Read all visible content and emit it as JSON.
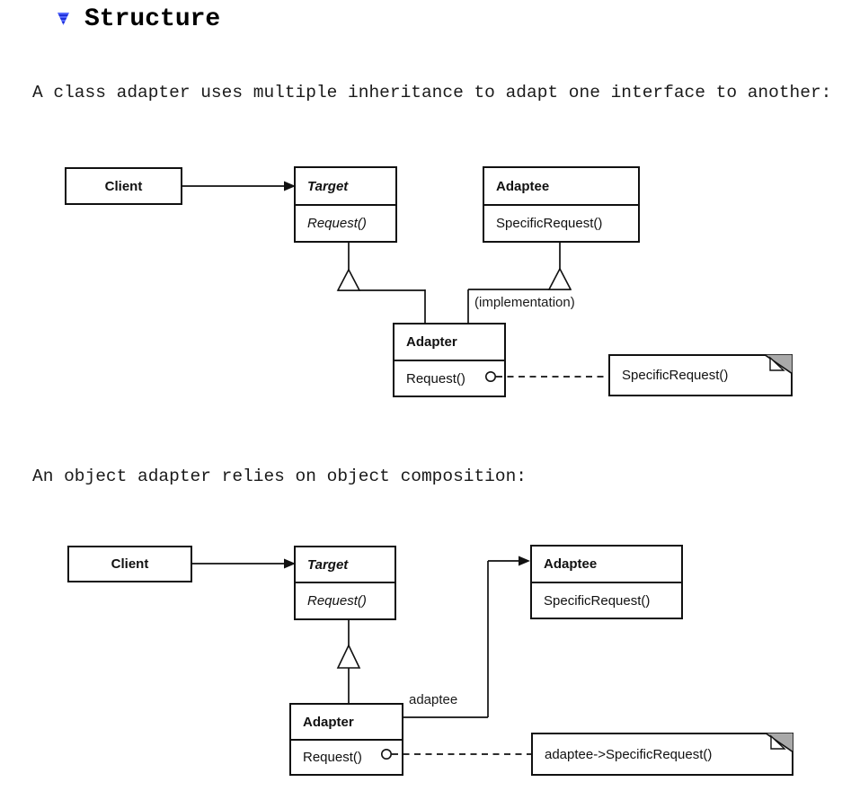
{
  "header": {
    "collapse_icon": "blue-disclosure-triangle",
    "title": "Structure"
  },
  "intro": {
    "class_adapter_text": "A class adapter uses multiple inheritance to adapt one interface to another:",
    "object_adapter_text": "An object adapter relies on object composition:"
  },
  "class_diagram": {
    "client": {
      "title": "Client"
    },
    "target": {
      "title": "Target",
      "operation": "Request()"
    },
    "adaptee": {
      "title": "Adaptee",
      "operation": "SpecificRequest()"
    },
    "adapter": {
      "title": "Adapter",
      "operation": "Request()"
    },
    "implementation_label": "(implementation)",
    "note": "SpecificRequest()"
  },
  "object_diagram": {
    "client": {
      "title": "Client"
    },
    "target": {
      "title": "Target",
      "operation": "Request()"
    },
    "adaptee": {
      "title": "Adaptee",
      "operation": "SpecificRequest()"
    },
    "adapter": {
      "title": "Adapter",
      "operation": "Request()"
    },
    "adaptee_role_label": "adaptee",
    "note": "adaptee->SpecificRequest()"
  },
  "colors": {
    "accent_blue": "#2a3ce0",
    "note_fold_gray": "#a9a9a9",
    "line_black": "#111111"
  }
}
